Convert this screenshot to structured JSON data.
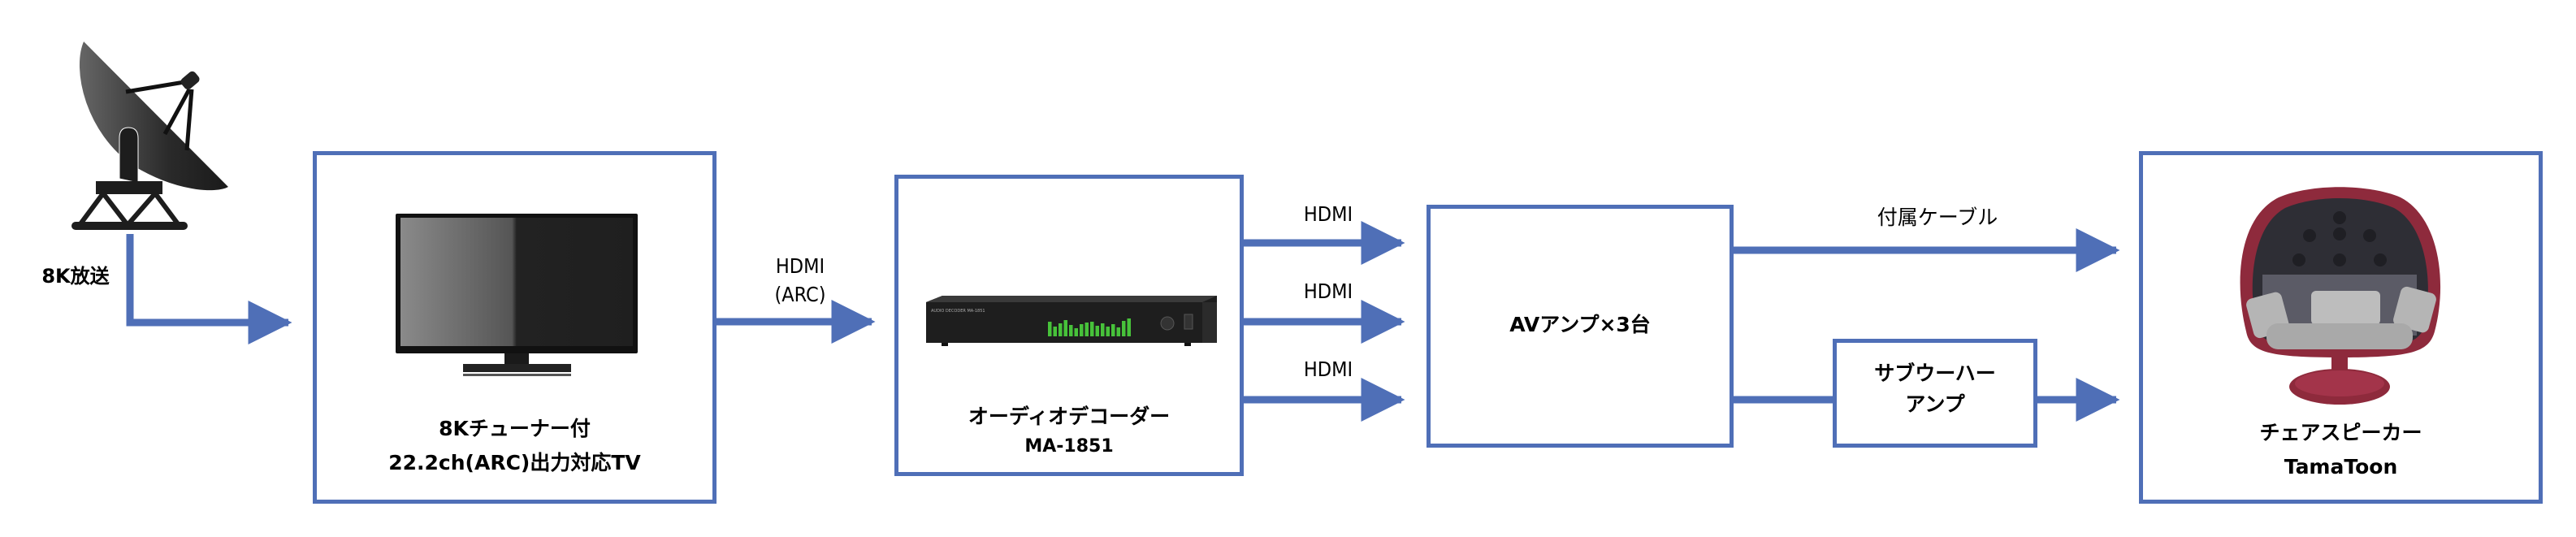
{
  "colors": {
    "connector": "#4f6fb7",
    "box_border": "#4f6fb7",
    "text": "#000000",
    "chair_shell": "#8e2a3c",
    "device_body": "#1e1e1e",
    "meter_green": "#47c23a"
  },
  "source": {
    "icon": "satellite-dish-icon",
    "label": "8K放送"
  },
  "nodes": {
    "tv": {
      "icon": "tv-icon",
      "line1": "8Kチューナー付",
      "line2": "22.2ch(ARC)出力対応TV"
    },
    "decoder": {
      "icon": "audio-decoder-device-icon",
      "line1": "オーディオデコーダー",
      "line2": "MA-1851"
    },
    "av_amp": {
      "label": "AVアンプ×3台"
    },
    "sub_amp": {
      "line1": "サブウーハー",
      "line2": "アンプ"
    },
    "chair": {
      "icon": "chair-speaker-icon",
      "line1": "チェアスピーカー",
      "line2": "TamaToon"
    }
  },
  "connections": {
    "tv_to_decoder": {
      "line1": "HDMI",
      "line2": "(ARC)"
    },
    "decoder_to_amp": [
      "HDMI",
      "HDMI",
      "HDMI"
    ],
    "amp_to_chair": "付属ケーブル"
  }
}
